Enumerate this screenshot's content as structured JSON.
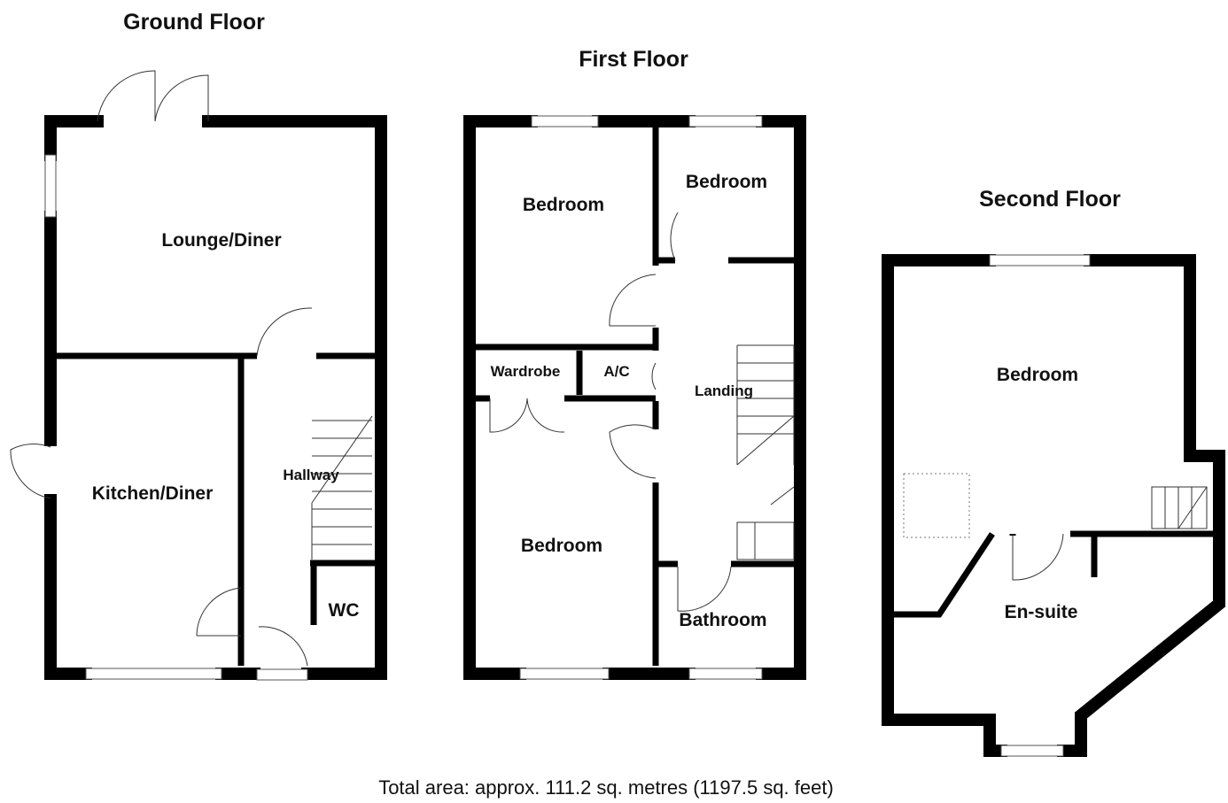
{
  "floors": {
    "ground": {
      "title": "Ground Floor",
      "rooms": {
        "lounge": "Lounge/Diner",
        "kitchen": "Kitchen/Diner",
        "hallway": "Hallway",
        "wc": "WC"
      }
    },
    "first": {
      "title": "First Floor",
      "rooms": {
        "bedroom1": "Bedroom",
        "bedroom2": "Bedroom",
        "bedroom3": "Bedroom",
        "wardrobe": "Wardrobe",
        "ac": "A/C",
        "landing": "Landing",
        "bathroom": "Bathroom"
      }
    },
    "second": {
      "title": "Second Floor",
      "rooms": {
        "bedroom": "Bedroom",
        "ensuite": "En-suite"
      }
    }
  },
  "total_area": "Total area: approx. 111.2 sq. metres (1197.5 sq. feet)"
}
